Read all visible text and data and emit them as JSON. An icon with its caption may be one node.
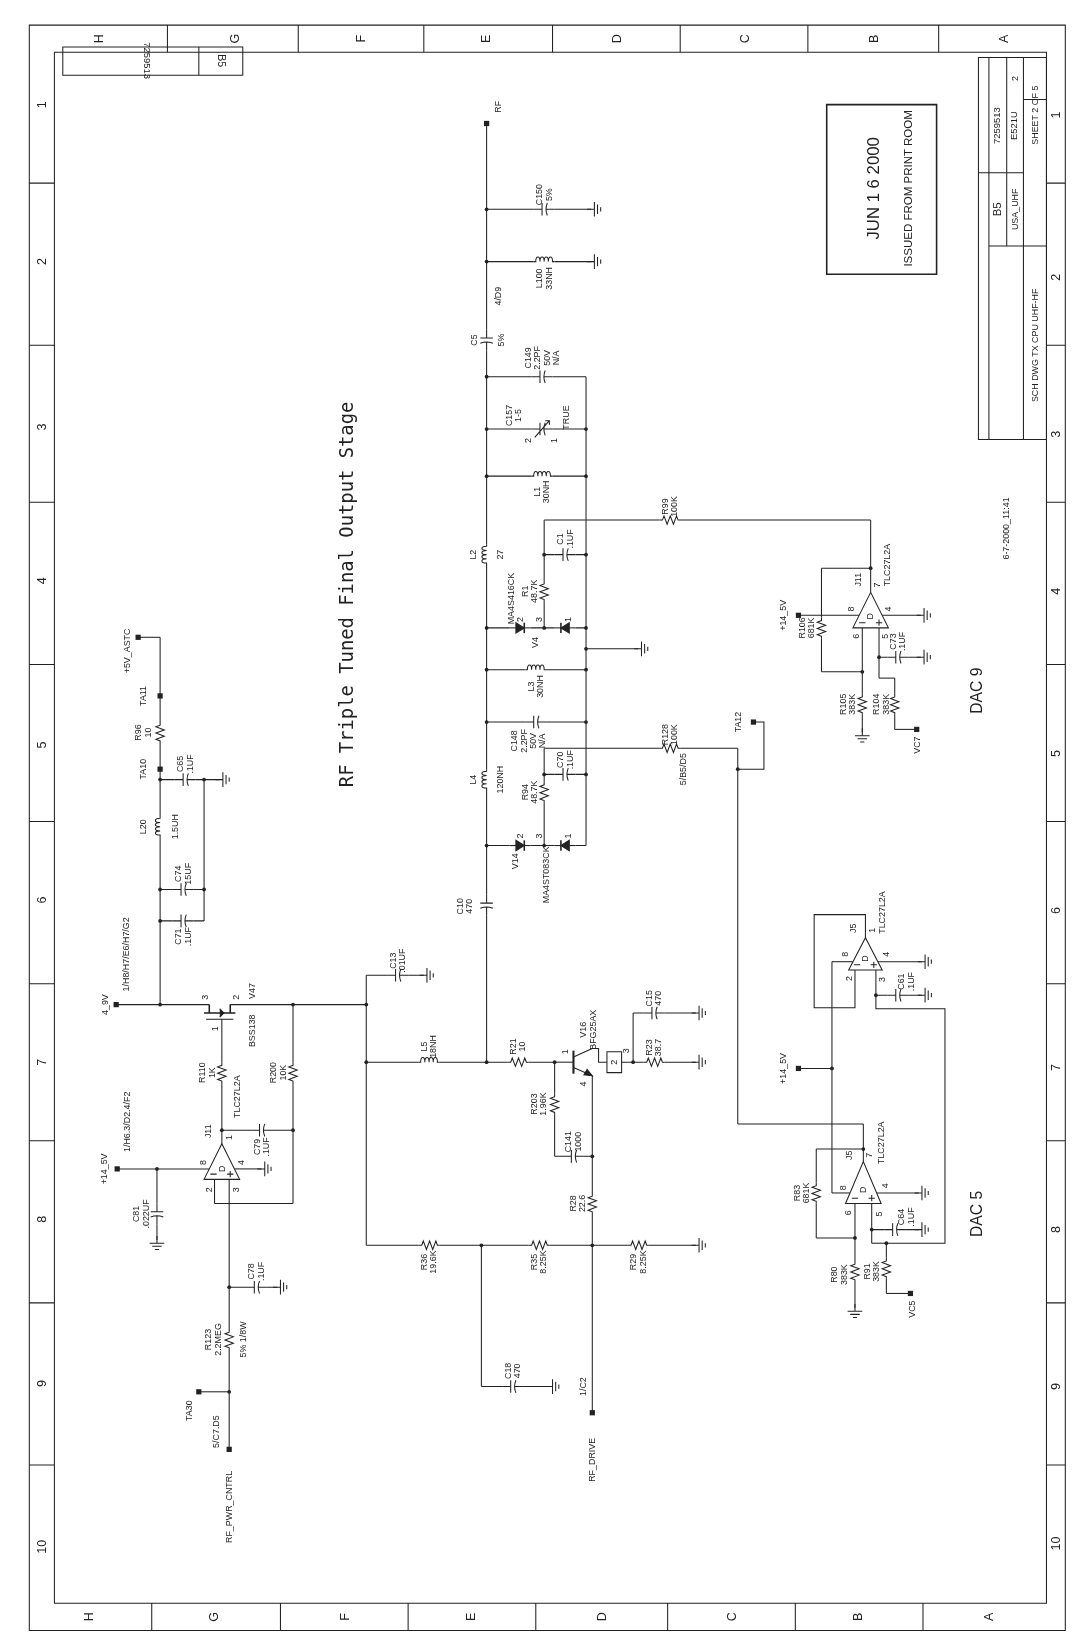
{
  "diagram": {
    "title": "RF Triple Tuned Final Output Stage",
    "labels": [
      "H",
      "G",
      "F",
      "E",
      "D",
      "C",
      "B",
      "A",
      "H",
      "G",
      "F",
      "E",
      "D",
      "C",
      "B",
      "A",
      "1",
      "2",
      "3",
      "4",
      "5",
      "6",
      "7",
      "8",
      "9",
      "10",
      "1",
      "2",
      "3",
      "4",
      "5",
      "6",
      "7",
      "8",
      "9",
      "10",
      "7259513",
      "B5",
      "JUN 1 6 2000",
      "ISSUED FROM PRINT ROOM",
      "7259513",
      "B5",
      "E521U",
      "2",
      "USA_UHF",
      "SHEET 2 OF 5",
      "SCH DWG TX CPU UHF-HF",
      "6-7-2000_11:41",
      "RF",
      "C150 5%",
      "L100 33NH",
      "4/D9",
      "C5",
      "5%",
      "C149 2.2PF 50V N/A",
      "C157 1-5",
      "2",
      "1",
      "TRUE",
      "L1 30NH",
      "L2",
      "27",
      "C1 .1UF",
      "R99 100K",
      "R1 48.7K",
      "MA4S416CK",
      "2",
      "3",
      "1",
      "V4",
      "L3 30NH",
      "C148 2.2PF 50V N/A",
      "R128 100K",
      "5/B5/D5",
      "TA12",
      "L4",
      "120NH",
      "C70 .1UF",
      "R94 48.7K",
      "V14",
      "MA4ST083CK",
      "2",
      "3",
      "1",
      "C10 470",
      "C13 .01UF",
      "L5 18NH",
      "R21 10",
      "V16 BFG25AX",
      "1",
      "2",
      "3",
      "4",
      "C15 470",
      "R23 38.7",
      "R203 1.96K",
      "C141 1000",
      "R28 22.6",
      "R36 19.6K",
      "R35 8.25K",
      "R29 8.25K",
      "C18 470",
      "1/C2",
      "RF_DRIVE",
      "+5V_ASTC",
      "TA11",
      "R96 10",
      "TA10",
      "C65 .1UF",
      "L20",
      "1.5UH",
      "C74 15UF",
      "C71 .1UF",
      "4_9V",
      "1/H8/H7/E6/H7/G2",
      "V47",
      "BSS138",
      "3",
      "2",
      "1",
      "R110 1K",
      "R200 10K",
      "J11",
      "TLC27L2A",
      "1",
      "8",
      "4",
      "2",
      "3",
      "D",
      "C79 .1UF",
      "+14_5V",
      "1/H6.3/D2.4/F2",
      "C81 .022UF",
      "C78 .1UF",
      "R123 2.2MEG",
      "5% 1/8W",
      "TA30",
      "5/C7.D5",
      "RF_PWR_CNTRL",
      "+14_5V",
      "R106 681K",
      "J11",
      "TLC27L2A",
      "8",
      "7",
      "6",
      "5",
      "4",
      "D",
      "C73 .1UF",
      "R105 383K",
      "R104 383K",
      "VC7",
      "DAC 9",
      "J5",
      "TLC27L2A",
      "1",
      "8",
      "4",
      "2",
      "3",
      "D",
      "C61 .1UF",
      "+14_5V",
      "R83 681K",
      "J5",
      "TLC27L2A",
      "7",
      "8",
      "4",
      "6",
      "5",
      "D",
      "C64 .1UF",
      "R80 383K",
      "R91 383K",
      "VC5",
      "DAC 5"
    ]
  }
}
